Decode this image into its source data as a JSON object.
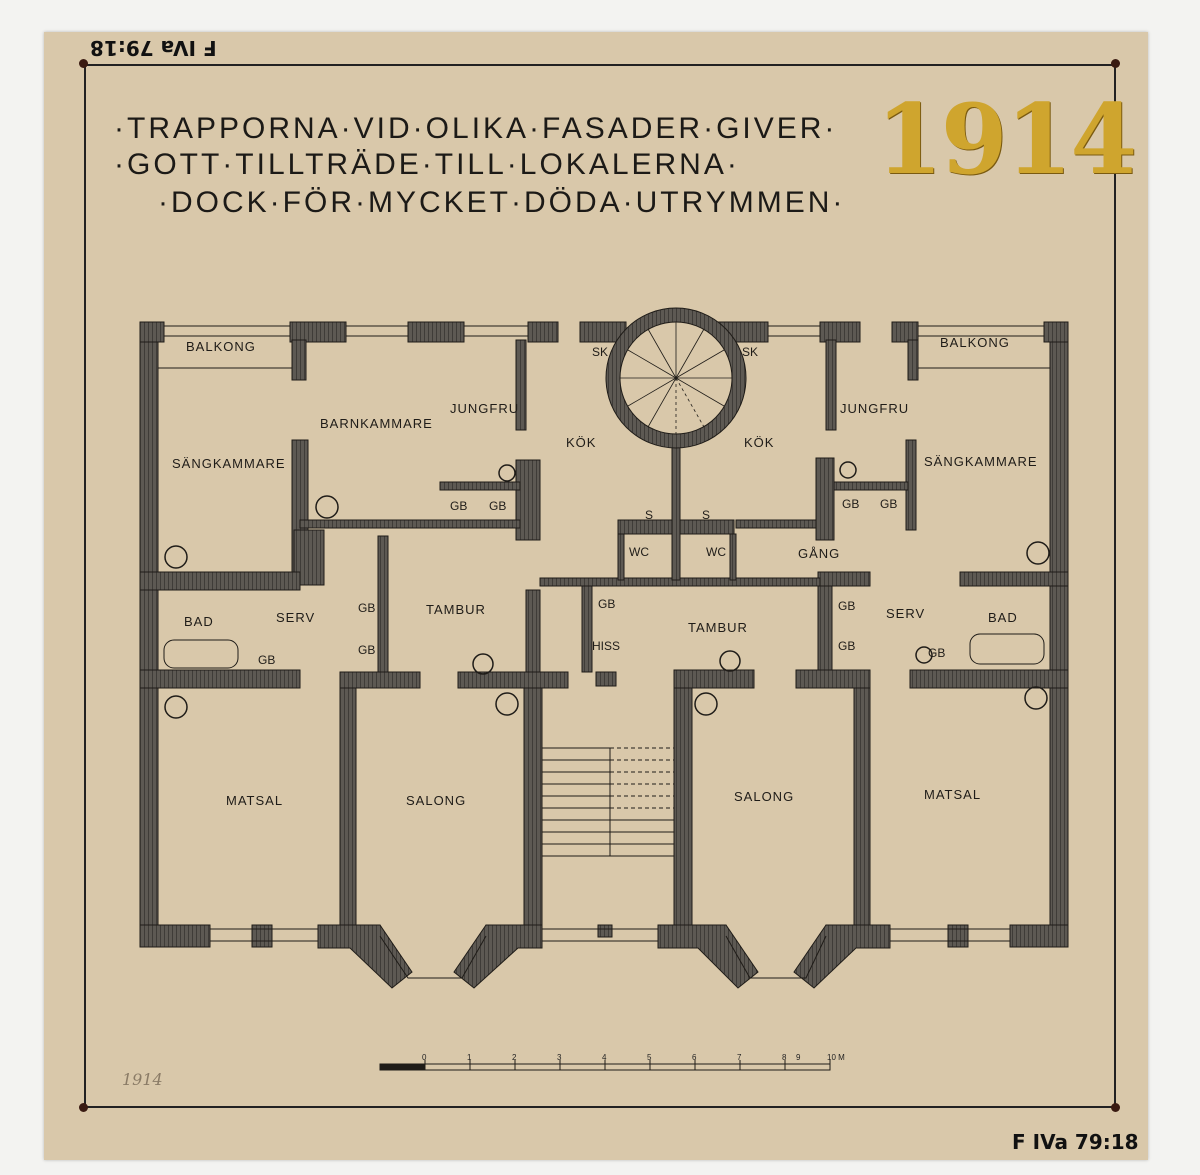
{
  "archive_top": "F IVa 79:18",
  "archive_bottom": "F IVa 79:18",
  "year": "1914",
  "pencil_note": "1914",
  "title_lines": [
    "·TRAPPORNA·VID·OLIKA·FASADER·GIVER·",
    "·GOTT·TILLTRÄDE·TILL·LOKALERNA·",
    "·DOCK·FÖR·MYCKET·DÖDA·UTRYMMEN·"
  ],
  "rooms": {
    "balkong_left": "BALKONG",
    "balkong_right": "BALKONG",
    "sangkammare_left": "SÄNGKAMMARE",
    "sangkammare_right": "SÄNGKAMMARE",
    "barnkammare": "BARNKAMMARE",
    "jungfru_left": "JUNGFRU",
    "jungfru_right": "JUNGFRU",
    "kok_left": "KÖK",
    "kok_right": "KÖK",
    "sk_left": "SK",
    "sk_right": "SK",
    "s_left": "S",
    "s_right": "S",
    "wc_left": "WC",
    "wc_right": "WC",
    "gang": "GÅNG",
    "bad_left": "BAD",
    "bad_right": "BAD",
    "serv_left": "SERV",
    "serv_right": "SERV",
    "tambur_left": "TAMBUR",
    "tambur_right": "TAMBUR",
    "hiss": "HISS",
    "gb": "GB",
    "matsal_left": "MATSAL",
    "matsal_right": "MATSAL",
    "salong_left": "SALONG",
    "salong_right": "SALONG"
  },
  "scale_bar": {
    "ticks": [
      "0",
      "1",
      "2",
      "3",
      "4",
      "5",
      "6",
      "7",
      "8",
      "9",
      "10 M"
    ]
  },
  "colors": {
    "paper": "#d9c8aa",
    "ink": "#1f1c18",
    "wall": "#6a6560",
    "gold": "#cfa52e"
  }
}
